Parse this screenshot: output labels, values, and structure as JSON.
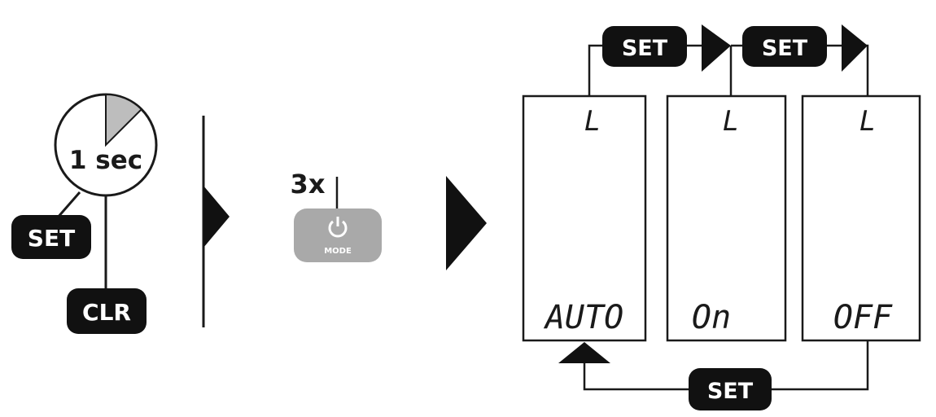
{
  "colors": {
    "ink": "#1a1a1a",
    "button_fill": "#111111",
    "mode_button_fill": "#a9a9a9",
    "timer_wedge": "#bdbdbd",
    "background": "#ffffff"
  },
  "timer": {
    "label": "1 sec",
    "set_button": "SET",
    "clr_button": "CLR"
  },
  "mode_step": {
    "count_label": "3x",
    "button_icon": "power-icon",
    "button_label": "MODE"
  },
  "displays": [
    {
      "top_char": "L",
      "value": "AUTO"
    },
    {
      "top_char": "L",
      "value": "On"
    },
    {
      "top_char": "L",
      "value": "OFF"
    }
  ],
  "transitions": {
    "top_set_1": "SET",
    "top_set_2": "SET",
    "bottom_set": "SET"
  }
}
